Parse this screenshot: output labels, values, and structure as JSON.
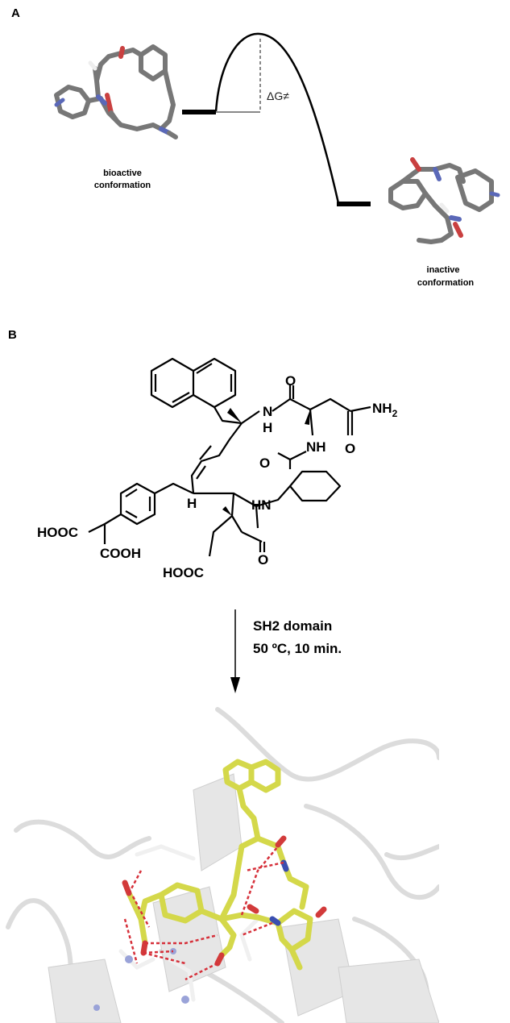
{
  "panel_a": {
    "label": "A",
    "barrier_label": "ΔG≠",
    "bioactive_caption": [
      "bioactive",
      "conformation"
    ],
    "inactive_caption": [
      "inactive",
      "conformation"
    ]
  },
  "panel_b": {
    "label": "B",
    "groups": {
      "o1": "O",
      "nh2": "NH",
      "nh2_sub": "2",
      "o2": "O",
      "nh_amide1": "N",
      "h_amide1": "H",
      "nh_amide2": "NH",
      "o3": "O",
      "hn": "HN",
      "h_stereo": "H",
      "o4": "O",
      "hooc_1": "HOOC",
      "cooh": "COOH",
      "hooc_2": "HOOC"
    },
    "reaction": {
      "line1": "SH2 domain",
      "line2": "50 ºC, 10 min."
    }
  },
  "colors": {
    "ligand_carbon": "#d4d84a",
    "oxygen": "#d23a3a",
    "nitrogen": "#3a4fb0",
    "scaffold_carbon": "#7a7a7a",
    "protein": "#d9d9d9",
    "hbond": "#d6303a"
  }
}
